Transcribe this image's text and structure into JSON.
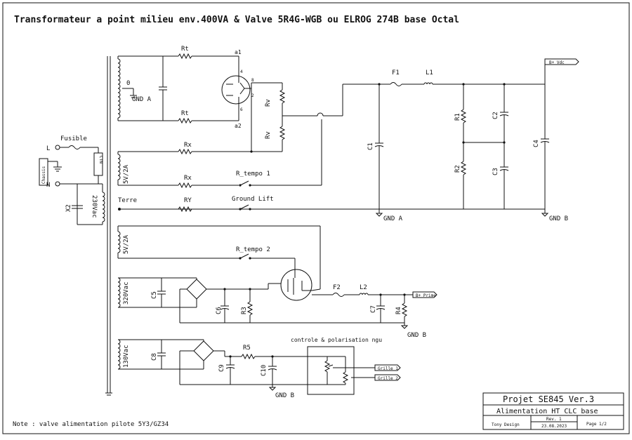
{
  "title": "Transformateur a point milieu env.400VA & Valve 5R4G-WGB ou ELROG 274B base Octal",
  "note": "Note : valve alimentation pilote 5Y3/GZ34",
  "title_block": {
    "project": "Projet SE845 Ver.3",
    "sheet_title": "Alimentation HT CLC base",
    "designer": "Tony Design",
    "rev_label": "Rev. 1",
    "date": "23.08.2023",
    "page": "Page 1/2"
  },
  "mains": {
    "fuse_label": "Fusible",
    "L": "L",
    "N": "N",
    "chassis": "Chassis",
    "ctn": "CTN",
    "x2": "X2",
    "primary": "230Vac"
  },
  "hv_supply": {
    "rt_top": "Rt",
    "rt_bot": "Rt",
    "zero": "0",
    "gnd_a_left": "GND A",
    "a1": "a1",
    "a2": "a2",
    "pin4": "4",
    "pin8": "8",
    "pin2": "2",
    "pin6": "6",
    "rv_top": "Rv",
    "rv_bot": "Rv",
    "rx_top": "Rx",
    "rx_bot": "Rx",
    "heater": "5V/2A",
    "r_tempo1": "R_tempo 1",
    "f1": "F1",
    "l1": "L1",
    "c1": "C1",
    "r1": "R1",
    "r2": "R2",
    "c2": "C2",
    "c3": "C3",
    "c4": "C4",
    "bvdc": "B+ Vdc",
    "gnd_a": "GND A",
    "gnd_b": "GND B"
  },
  "earth": {
    "terre": "Terre",
    "ry": "RY",
    "ground_lift": "Ground Lift"
  },
  "driver_supply": {
    "heater": "5V/2A",
    "r_tempo2": "R_tempo 2",
    "sec": "320Vac",
    "c5": "C5",
    "c6": "C6",
    "r3": "R3",
    "f2": "F2",
    "l2": "L2",
    "c7": "C7",
    "r4": "R4",
    "bprime": "B+ Prime",
    "gnd_b": "GND B"
  },
  "bias_supply": {
    "ctrl_label": "controle & polarisation ngu",
    "sec": "130Vac",
    "c8": "C8",
    "r5": "R5",
    "c9": "C9",
    "c10": "C10",
    "grille1": "Grille 1",
    "grille2": "Grille 2",
    "gnd_b": "GND B"
  }
}
